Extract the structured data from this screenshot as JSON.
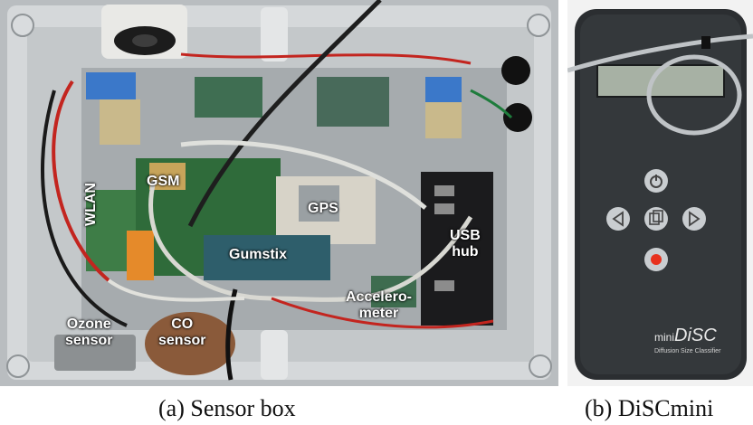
{
  "figure": {
    "panel_a": {
      "caption": "(a)  Sensor box",
      "labels": {
        "gsm": "GSM",
        "wlan": "WLAN",
        "gps": "GPS",
        "usb_hub_line1": "USB",
        "usb_hub_line2": "hub",
        "gumstix": "Gumstix",
        "accelerometer_line1": "Accelero-",
        "accelerometer_line2": "meter",
        "ozone_line1": "Ozone",
        "ozone_line2": "sensor",
        "co_line1": "CO",
        "co_line2": "sensor"
      }
    },
    "panel_b": {
      "caption": "(b)  DiSCmini",
      "device_brand_prefix": "mini",
      "device_brand_name": "DiSC",
      "device_subtitle": "Diffusion Size Classifier"
    }
  },
  "colors": {
    "enclosure": "#c9cdd0",
    "metal_plate": "#9ea3a6",
    "pcb_green": "#2f6b3a",
    "device_body": "#2b2e31",
    "record_button": "#e8311d"
  }
}
